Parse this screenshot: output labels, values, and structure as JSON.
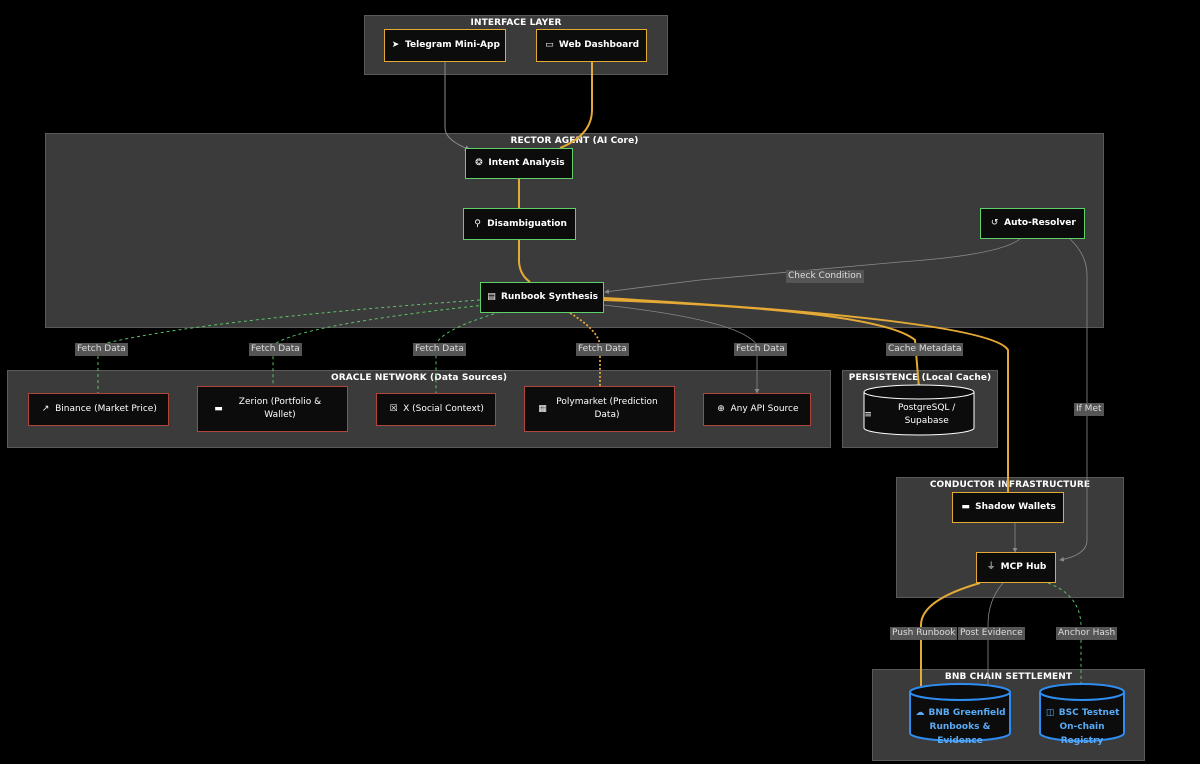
{
  "groups": {
    "interface": {
      "title": "INTERFACE LAYER"
    },
    "rector": {
      "title": "RECTOR AGENT (AI Core)"
    },
    "oracle": {
      "title": "ORACLE NETWORK (Data Sources)"
    },
    "persistence": {
      "title": "PERSISTENCE (Local Cache)"
    },
    "conductor": {
      "title": "CONDUCTOR INFRASTRUCTURE"
    },
    "bnb": {
      "title": "BNB CHAIN SETTLEMENT"
    }
  },
  "nodes": {
    "telegram": {
      "label": "Telegram Mini-App",
      "icon": "paper-plane-icon"
    },
    "web": {
      "label": "Web Dashboard",
      "icon": "monitor-icon"
    },
    "intent": {
      "label": "Intent Analysis",
      "icon": "brain-icon"
    },
    "disamb": {
      "label": "Disambiguation",
      "icon": "search-icon"
    },
    "auto": {
      "label": "Auto-Resolver",
      "icon": "history-icon"
    },
    "runbook": {
      "label": "Runbook Synthesis",
      "icon": "scroll-icon"
    },
    "binance": {
      "label": "Binance (Market Price)",
      "icon": "chart-line-icon"
    },
    "zerion": {
      "label": "Zerion (Portfolio & Wallet)",
      "icon": "wallet-icon"
    },
    "x": {
      "label": "X (Social Context)",
      "icon": "x-icon"
    },
    "polymarket": {
      "label": "Polymarket (Prediction Data)",
      "icon": "bar-chart-icon"
    },
    "anyapi": {
      "label": "Any API Source",
      "icon": "plus-circle-icon"
    },
    "postgres": {
      "label": "PostgreSQL / Supabase",
      "icon": "database-icon"
    },
    "shadow": {
      "label": "Shadow Wallets",
      "icon": "wallet-icon"
    },
    "mcp": {
      "label": "MCP Hub",
      "icon": "plug-icon"
    },
    "greenfield": {
      "line1": "BNB Greenfield",
      "line2": "Runbooks & Evidence",
      "icon": "cloud-icon"
    },
    "bsc": {
      "line1": "BSC Testnet",
      "line2": "On-chain Registry",
      "icon": "cube-icon"
    }
  },
  "edge_labels": {
    "check_condition": "Check Condition",
    "fetch_binance": "Fetch Data",
    "fetch_zerion": "Fetch Data",
    "fetch_x": "Fetch Data",
    "fetch_polymarket": "Fetch Data",
    "fetch_anyapi": "Fetch Data",
    "cache_metadata": "Cache Metadata",
    "if_met": "If Met",
    "push_runbook": "Push Runbook",
    "post_evidence": "Post Evidence",
    "anchor_hash": "Anchor Hash"
  },
  "colors": {
    "orange": "#e5a935",
    "green": "#5fd16a",
    "red": "#b0453c",
    "blue": "#2f8df0",
    "gray_edge": "#8a8a8a"
  }
}
